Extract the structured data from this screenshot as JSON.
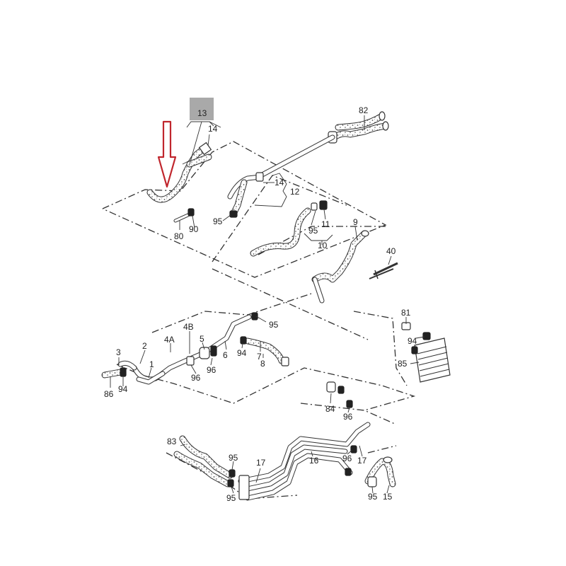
{
  "colors": {
    "line": "#333333",
    "hose_texture": "#777777",
    "highlight_box": "#a9a9a9",
    "arrow": "#c0262d"
  },
  "highlighted_part": "13",
  "callouts": [
    {
      "id": "c13",
      "text": "13"
    },
    {
      "id": "c14a",
      "text": "14"
    },
    {
      "id": "c82",
      "text": "82"
    },
    {
      "id": "c14b",
      "text": "14"
    },
    {
      "id": "c12",
      "text": "12"
    },
    {
      "id": "c95a",
      "text": "95"
    },
    {
      "id": "c80",
      "text": "80"
    },
    {
      "id": "c90",
      "text": "90"
    },
    {
      "id": "c95b",
      "text": "95"
    },
    {
      "id": "c11",
      "text": "11"
    },
    {
      "id": "c9",
      "text": "9"
    },
    {
      "id": "c10",
      "text": "10"
    },
    {
      "id": "c40",
      "text": "40"
    },
    {
      "id": "c81",
      "text": "81"
    },
    {
      "id": "c95c",
      "text": "95"
    },
    {
      "id": "c4B",
      "text": "4B"
    },
    {
      "id": "c4A",
      "text": "4A"
    },
    {
      "id": "c5",
      "text": "5"
    },
    {
      "id": "c6",
      "text": "6"
    },
    {
      "id": "c7",
      "text": "7"
    },
    {
      "id": "c94a",
      "text": "94"
    },
    {
      "id": "c8",
      "text": "8"
    },
    {
      "id": "c94b",
      "text": "94"
    },
    {
      "id": "c85",
      "text": "85"
    },
    {
      "id": "c3",
      "text": "3"
    },
    {
      "id": "c2",
      "text": "2"
    },
    {
      "id": "c1",
      "text": "1"
    },
    {
      "id": "c86",
      "text": "86"
    },
    {
      "id": "c94c",
      "text": "94"
    },
    {
      "id": "c96a",
      "text": "96"
    },
    {
      "id": "c96b",
      "text": "96"
    },
    {
      "id": "c84",
      "text": "84"
    },
    {
      "id": "c96c",
      "text": "96"
    },
    {
      "id": "c83",
      "text": "83"
    },
    {
      "id": "c95d",
      "text": "95"
    },
    {
      "id": "c16",
      "text": "16"
    },
    {
      "id": "c17a",
      "text": "17"
    },
    {
      "id": "c17b",
      "text": "17"
    },
    {
      "id": "c96d",
      "text": "96"
    },
    {
      "id": "c95e",
      "text": "95"
    },
    {
      "id": "c95f",
      "text": "95"
    },
    {
      "id": "c15",
      "text": "15"
    }
  ]
}
